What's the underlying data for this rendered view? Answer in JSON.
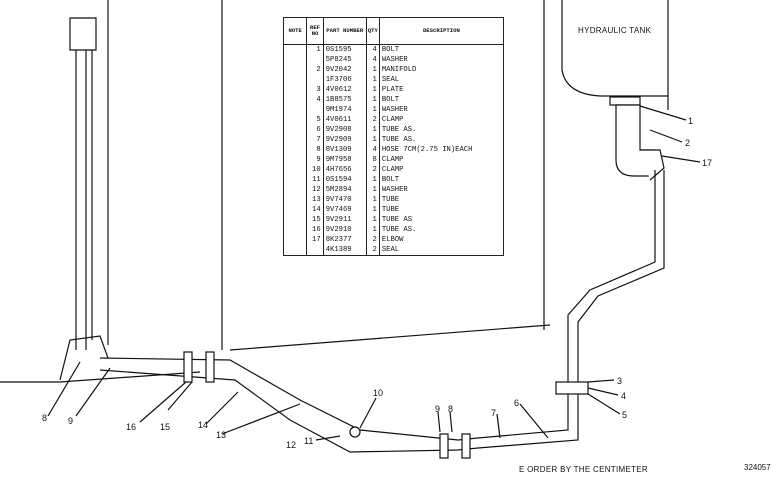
{
  "tank_label": "HYDRAULIC TANK",
  "footnote": "E  ORDER BY THE CENTIMETER",
  "figure_number": "324057",
  "table": {
    "headers": {
      "note": "NOTE",
      "ref": "REF NO",
      "part": "PART NUMBER",
      "qty": "QTY",
      "desc": "DESCRIPTION"
    },
    "rows": [
      {
        "ref": "1",
        "part": "0S1595",
        "qty": "4",
        "desc": "BOLT"
      },
      {
        "ref": "",
        "part": "5P8245",
        "qty": "4",
        "desc": "WASHER"
      },
      {
        "ref": "2",
        "part": "9V2042",
        "qty": "1",
        "desc": "MANIFOLD"
      },
      {
        "ref": "",
        "part": "1F3706",
        "qty": "1",
        "desc": "SEAL"
      },
      {
        "ref": "3",
        "part": "4V0612",
        "qty": "1",
        "desc": "PLATE"
      },
      {
        "ref": "4",
        "part": "1B8575",
        "qty": "1",
        "desc": "BOLT"
      },
      {
        "ref": "",
        "part": "9M1974",
        "qty": "1",
        "desc": "WASHER"
      },
      {
        "ref": "5",
        "part": "4V0611",
        "qty": "2",
        "desc": "CLAMP"
      },
      {
        "ref": "6",
        "part": "9V2908",
        "qty": "1",
        "desc": "TUBE AS."
      },
      {
        "ref": "7",
        "part": "9V2909",
        "qty": "1",
        "desc": "TUBE AS."
      },
      {
        "ref": "8",
        "part": "8V1309",
        "qty": "4",
        "desc": "HOSE 7CM(2.75 IN)EACH"
      },
      {
        "ref": "9",
        "part": "9M7958",
        "qty": "8",
        "desc": "CLAMP"
      },
      {
        "ref": "10",
        "part": "4H7656",
        "qty": "2",
        "desc": "CLAMP"
      },
      {
        "ref": "11",
        "part": "0S1594",
        "qty": "1",
        "desc": "BOLT"
      },
      {
        "ref": "12",
        "part": "5M2894",
        "qty": "1",
        "desc": "WASHER"
      },
      {
        "ref": "13",
        "part": "9V7470",
        "qty": "1",
        "desc": "TUBE"
      },
      {
        "ref": "14",
        "part": "9V7469",
        "qty": "1",
        "desc": "TUBE"
      },
      {
        "ref": "15",
        "part": "9V2911",
        "qty": "1",
        "desc": "TUBE AS"
      },
      {
        "ref": "16",
        "part": "9V2910",
        "qty": "1",
        "desc": "TUBE AS."
      },
      {
        "ref": "17",
        "part": "8K2377",
        "qty": "2",
        "desc": "ELBOW"
      },
      {
        "ref": "",
        "part": "4K1389",
        "qty": "2",
        "desc": "SEAL"
      }
    ]
  },
  "callouts": [
    "1",
    "2",
    "17",
    "3",
    "4",
    "5",
    "6",
    "7",
    "8",
    "9",
    "10",
    "11",
    "12",
    "13",
    "14",
    "15",
    "16",
    "9",
    "8"
  ]
}
